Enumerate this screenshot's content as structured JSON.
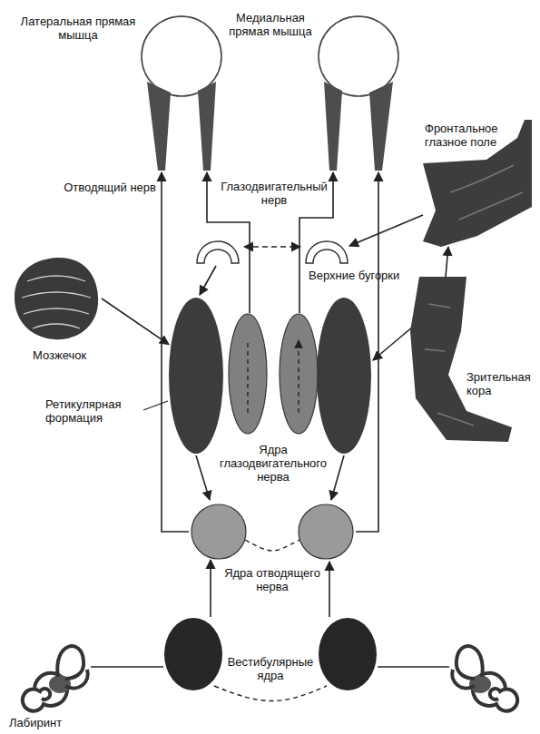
{
  "diagram": {
    "nodes": [
      {
        "text": [
          "Латеральная прямая мышца"
        ]
      },
      {
        "text": [
          "Медиальная прямая мышца"
        ]
      },
      {
        "text": [
          "Фронтальное глазное поле"
        ]
      },
      {
        "text": [
          "Верхние бугорки"
        ]
      },
      {
        "text": [
          "Мозжечок"
        ]
      },
      {
        "text": [
          "Зрительная кора"
        ]
      },
      {
        "text": [
          "Ретикулярная формация"
        ]
      },
      {
        "text": [
          "Ядра глазодвигательного нерва"
        ]
      },
      {
        "text": [
          "Ядра отводящего нерва"
        ]
      },
      {
        "text": [
          "Вестибулярные ядра"
        ]
      },
      {
        "text": [
          "Лабиринт"
        ]
      }
    ],
    "edges": [
      {
        "from": 8,
        "to": 0,
        "arrow": "to",
        "label": "Отводящий нерв"
      },
      {
        "from": 7,
        "to": 1,
        "arrow": "to",
        "label": "Глазодвигательный нерв"
      },
      {
        "from": 5,
        "to": 2,
        "arrow": "to"
      },
      {
        "from": 2,
        "to": 3,
        "arrow": "to"
      },
      {
        "from": 4,
        "to": 6,
        "arrow": "to"
      },
      {
        "from": 9,
        "to": 8,
        "arrow": "to"
      },
      {
        "from": 10,
        "to": 9,
        "arrow": "none"
      }
    ]
  }
}
